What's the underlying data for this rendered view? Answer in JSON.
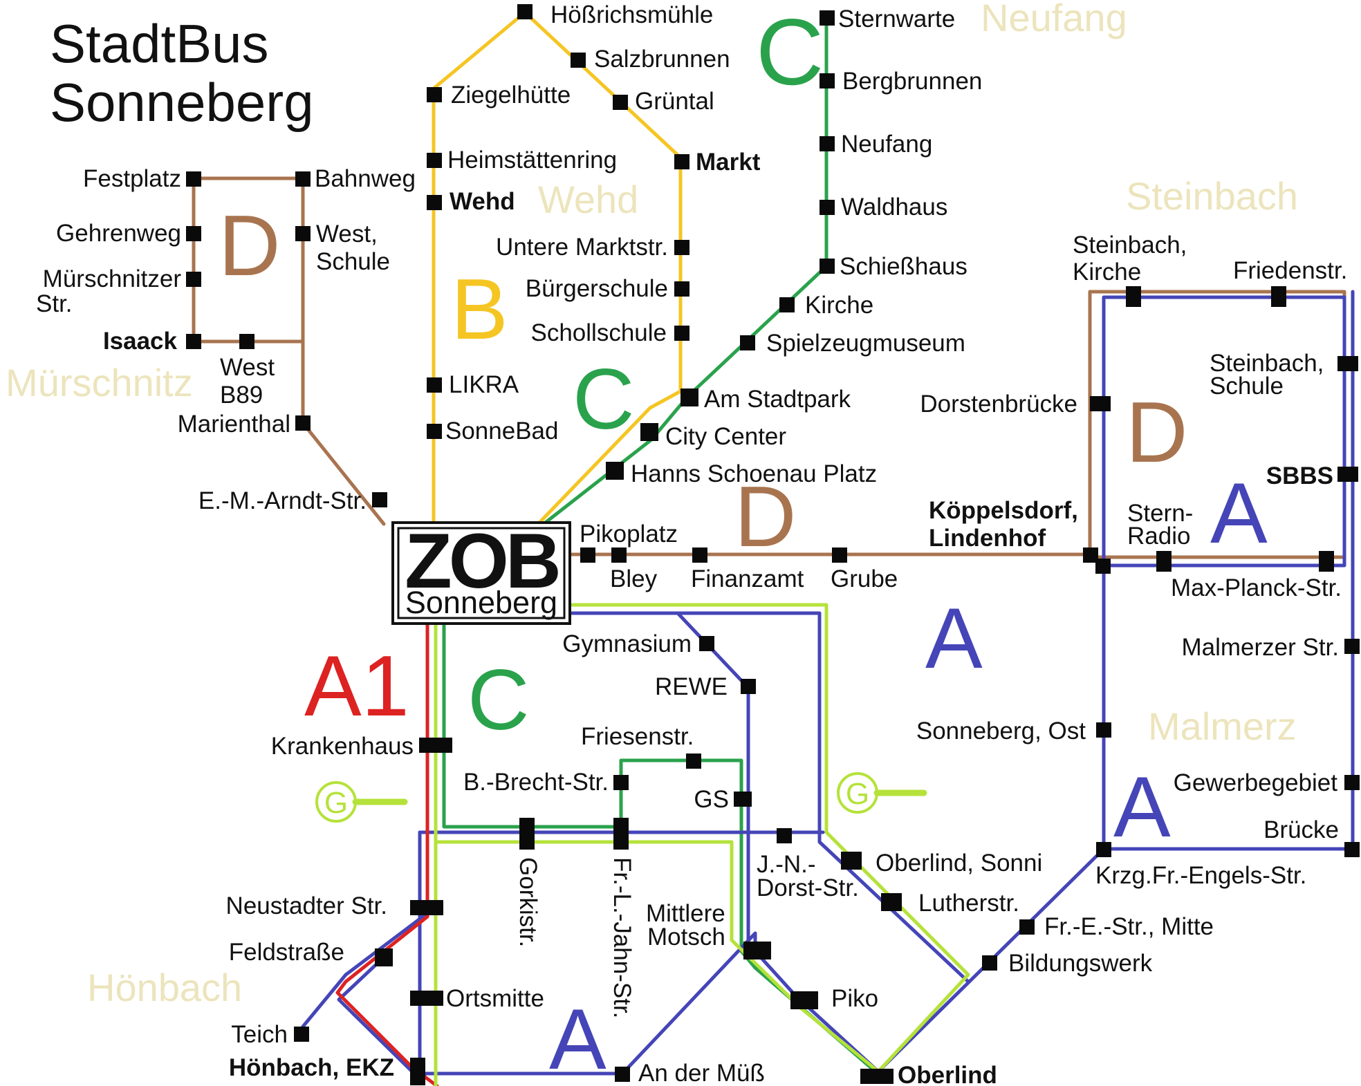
{
  "title": [
    "StadtBus",
    "Sonneberg"
  ],
  "hub": {
    "name": "ZOB",
    "sub": "Sonneberg"
  },
  "colors": {
    "A": "#4545b8",
    "A1": "#dd2222",
    "B": "#f5c523",
    "C": "#2aa24c",
    "D": "#a8744f",
    "G": "#b5e23a",
    "district": "#ece4bc"
  },
  "districts": [
    "Neufang",
    "Wehd",
    "Steinbach",
    "Mürschnitz",
    "Malmerz",
    "Hönbach"
  ],
  "lines": {
    "A": "A",
    "A1": "A1",
    "B": "B",
    "C": "C",
    "D": "D",
    "G": "G"
  },
  "stops": {
    "hoessrichsmuehle": "Hößrichsmühle",
    "salzbrunnen": "Salzbrunnen",
    "ziegelhuette": "Ziegelhütte",
    "gruental": "Grüntal",
    "markt": "Markt",
    "heimstaettenring": "Heimstättenring",
    "wehd": "Wehd",
    "untere_marktstr": "Untere Marktstr.",
    "buergerschule": "Bürgerschule",
    "schollschule": "Schollschule",
    "likra": "LIKRA",
    "sonnebad": "SonneBad",
    "sternwarte": "Sternwarte",
    "bergbrunnen": "Bergbrunnen",
    "neufang": "Neufang",
    "waldhaus": "Waldhaus",
    "schiesshaus": "Schießhaus",
    "kirche": "Kirche",
    "spielzeugmuseum": "Spielzeugmuseum",
    "am_stadtpark": "Am Stadtpark",
    "city_center": "City Center",
    "hanns_schoenau_platz": "Hanns Schoenau Platz",
    "festplatz": "Festplatz",
    "bahnweg": "Bahnweg",
    "gehrenweg": "Gehrenweg",
    "west_schule": [
      "West,",
      "Schule"
    ],
    "muerschnitzer_str": [
      "Mürschnitzer",
      "Str."
    ],
    "isaack": "Isaack",
    "west_b89": [
      "West",
      "B89"
    ],
    "marienthal": "Marienthal",
    "em_arndt_str": "E.-M.-Arndt-Str.",
    "pikoplatz": "Pikoplatz",
    "bley": "Bley",
    "finanzamt": "Finanzamt",
    "grube": "Grube",
    "koeppelsdorf_lindenhof": [
      "Köppelsdorf,",
      "Lindenhof"
    ],
    "dorstenbruecke": "Dorstenbrücke",
    "steinbach_kirche": [
      "Steinbach,",
      "Kirche"
    ],
    "friedenstr": "Friedenstr.",
    "steinbach_schule": [
      "Steinbach,",
      "Schule"
    ],
    "sbbs": "SBBS",
    "stern_radio": [
      "Stern-",
      "Radio"
    ],
    "max_planck_str": "Max-Planck-Str.",
    "malmerzer_str": "Malmerzer Str.",
    "sonneberg_ost": "Sonneberg, Ost",
    "gewerbegebiet": "Gewerbegebiet",
    "bruecke": "Brücke",
    "krzg_fr_engels_str": "Krzg.Fr.-Engels-Str.",
    "fr_e_str_mitte": "Fr.-E.-Str., Mitte",
    "bildungswerk": "Bildungswerk",
    "gymnasium": "Gymnasium",
    "rewe": "REWE",
    "friesenstr": "Friesenstr.",
    "bbrecht_str": "B.-Brecht-Str.",
    "gs": "GS",
    "krankenhaus": "Krankenhaus",
    "gorkistr": "Gorkistr.",
    "fr_l_jahn_str": "Fr.-L.-Jahn-Str.",
    "jn_dorst_str": [
      "J.-N.-",
      "Dorst-Str."
    ],
    "oberlind_sonni": "Oberlind, Sonni",
    "lutherstr": "Lutherstr.",
    "mittlere_motsch": [
      "Mittlere",
      "Motsch"
    ],
    "piko": "Piko",
    "oberlind": "Oberlind",
    "neustadter_str": "Neustadter Str.",
    "feldstrasse": "Feldstraße",
    "ortsmitte": "Ortsmitte",
    "teich": "Teich",
    "hoenbach_ekz": "Hönbach, EKZ",
    "an_der_muess": "An der Müß"
  }
}
